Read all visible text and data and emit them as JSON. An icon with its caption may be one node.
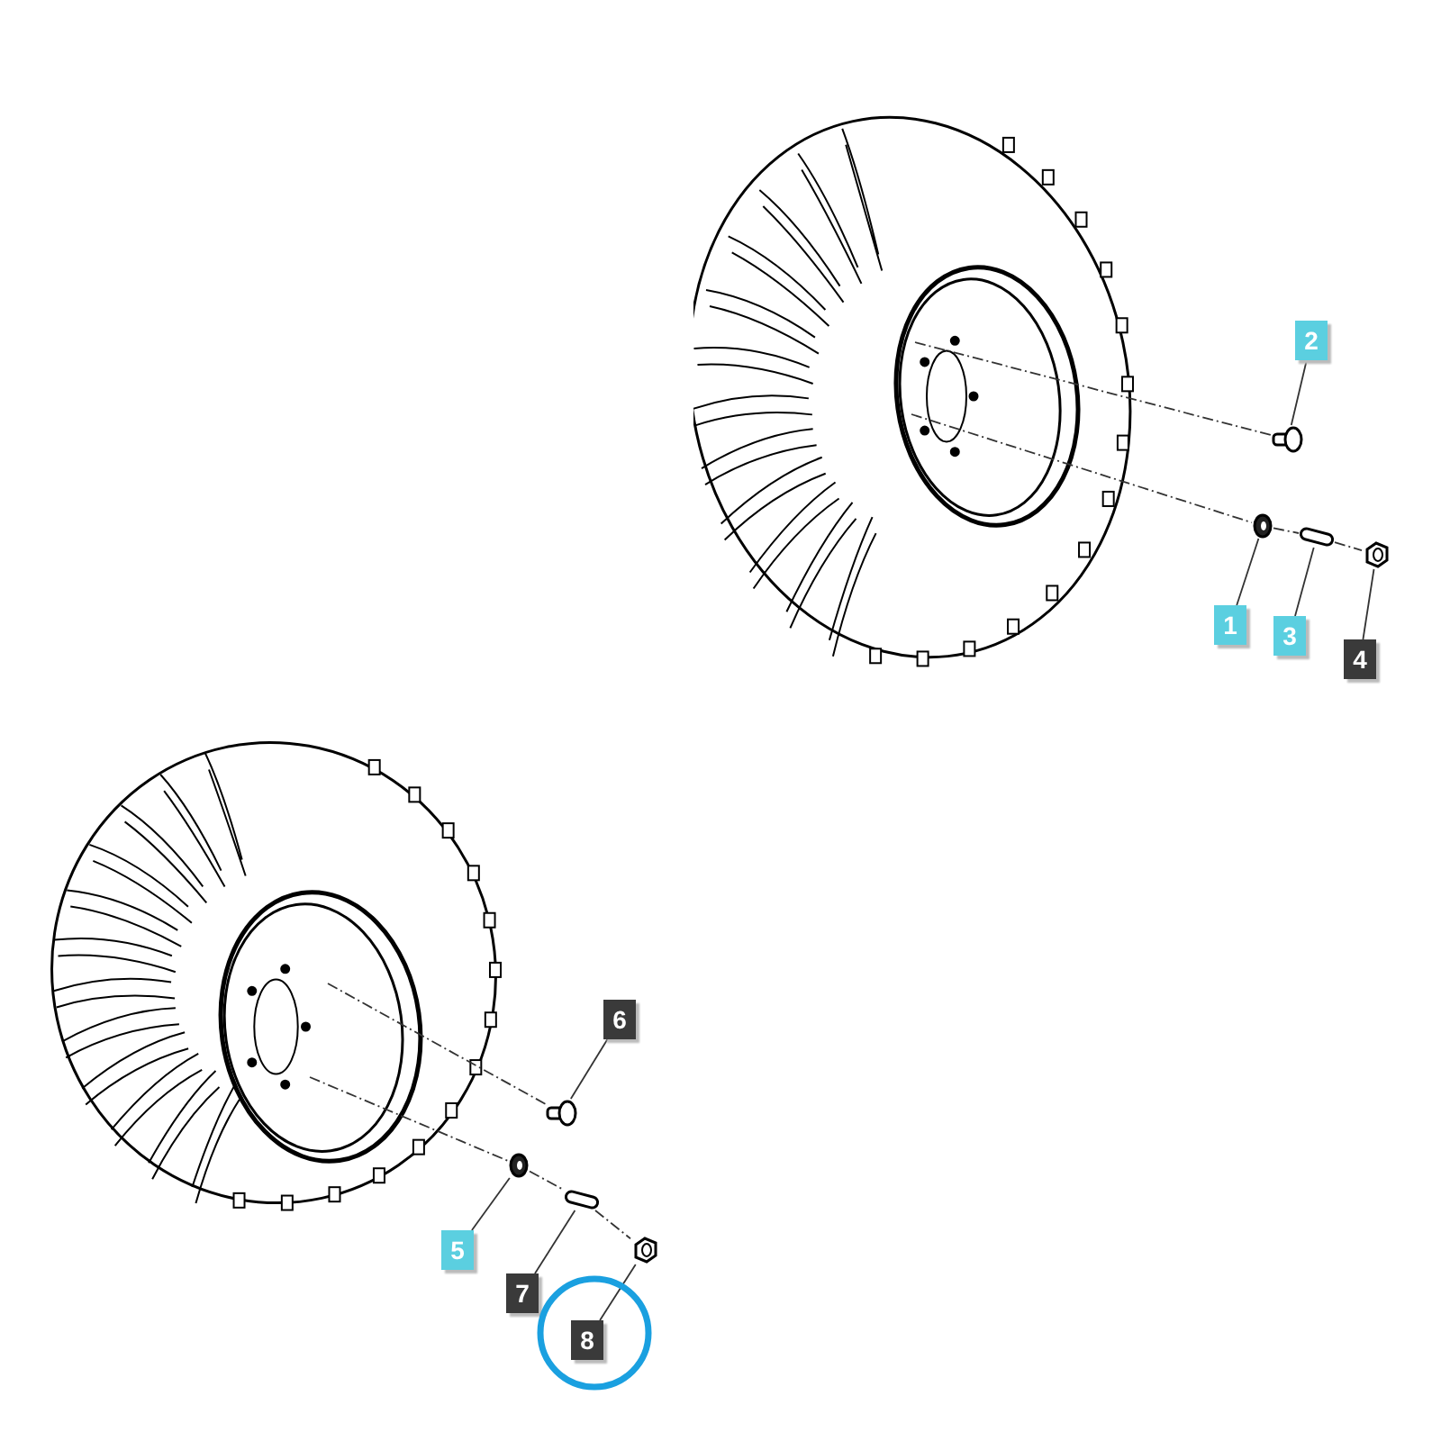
{
  "diagram": {
    "nodes": [
      {
        "text": [
          "1"
        ]
      },
      {
        "text": [
          "2"
        ]
      },
      {
        "text": [
          "3"
        ]
      },
      {
        "text": [
          "4"
        ]
      },
      {
        "text": [
          "5"
        ]
      },
      {
        "text": [
          "6"
        ]
      },
      {
        "text": [
          "7"
        ]
      },
      {
        "text": [
          "8"
        ]
      },
      {
        "text": [],
        "shape": "ring"
      },
      {
        "text": [],
        "shape": "bolt"
      },
      {
        "text": [],
        "shape": "cylinder"
      },
      {
        "text": [],
        "shape": "hexagon"
      },
      {
        "text": [],
        "shape": "ring"
      },
      {
        "text": [],
        "shape": "bolt"
      },
      {
        "text": [],
        "shape": "cylinder"
      },
      {
        "text": [],
        "shape": "hexagon"
      },
      {
        "text": [],
        "shape": "picture"
      },
      {
        "text": [],
        "shape": "picture"
      }
    ],
    "edges": [
      {
        "from": 0,
        "to": 8,
        "arrow": "none"
      },
      {
        "from": 1,
        "to": 9,
        "arrow": "none"
      },
      {
        "from": 2,
        "to": 10,
        "arrow": "none"
      },
      {
        "from": 3,
        "to": 11,
        "arrow": "none"
      },
      {
        "from": 4,
        "to": 12,
        "arrow": "none"
      },
      {
        "from": 5,
        "to": 13,
        "arrow": "none"
      },
      {
        "from": 6,
        "to": 14,
        "arrow": "none"
      },
      {
        "from": 7,
        "to": 15,
        "arrow": "none"
      },
      {
        "from": 16,
        "to": 9,
        "arrow": "none",
        "style": "dashed"
      },
      {
        "from": 16,
        "to": 8,
        "arrow": "none",
        "style": "dashed"
      },
      {
        "from": 8,
        "to": 10,
        "arrow": "none",
        "style": "dashed"
      },
      {
        "from": 10,
        "to": 11,
        "arrow": "none",
        "style": "dashed"
      },
      {
        "from": 17,
        "to": 13,
        "arrow": "none",
        "style": "dashed"
      },
      {
        "from": 17,
        "to": 12,
        "arrow": "none",
        "style": "dashed"
      },
      {
        "from": 12,
        "to": 14,
        "arrow": "none",
        "style": "dashed"
      },
      {
        "from": 14,
        "to": 15,
        "arrow": "none",
        "style": "dashed"
      }
    ]
  }
}
